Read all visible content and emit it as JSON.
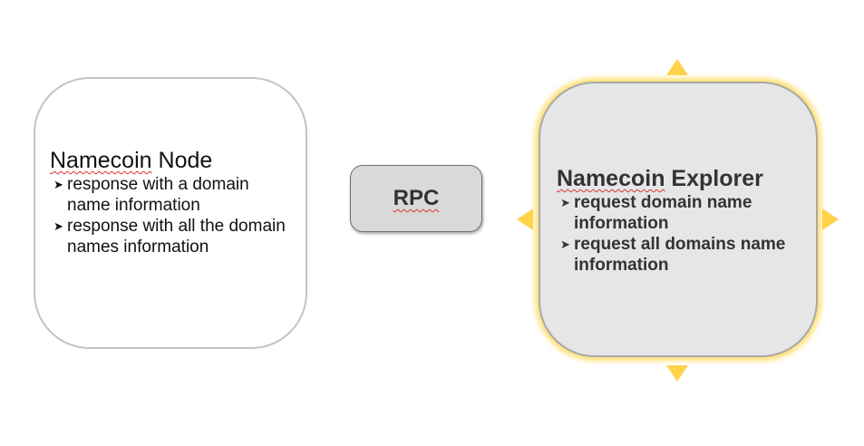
{
  "node": {
    "title_part1": "Namecoin",
    "title_part2": " Node",
    "bullets": [
      "response with a domain name information",
      "response with all the domain names information"
    ]
  },
  "connector": {
    "label": "RPC"
  },
  "explorer": {
    "title_part1": "Namecoin",
    "title_part2": " Explorer",
    "bullets": [
      "request domain name information",
      "request all domains name information"
    ]
  },
  "colors": {
    "selection_handle": "#ffd24a",
    "explorer_fill": "#e6e6e6",
    "rpc_fill": "#d9d9d9",
    "spellcheck_underline": "#e03030"
  },
  "icons": {
    "bullet": "arrowhead-bullet-icon"
  }
}
